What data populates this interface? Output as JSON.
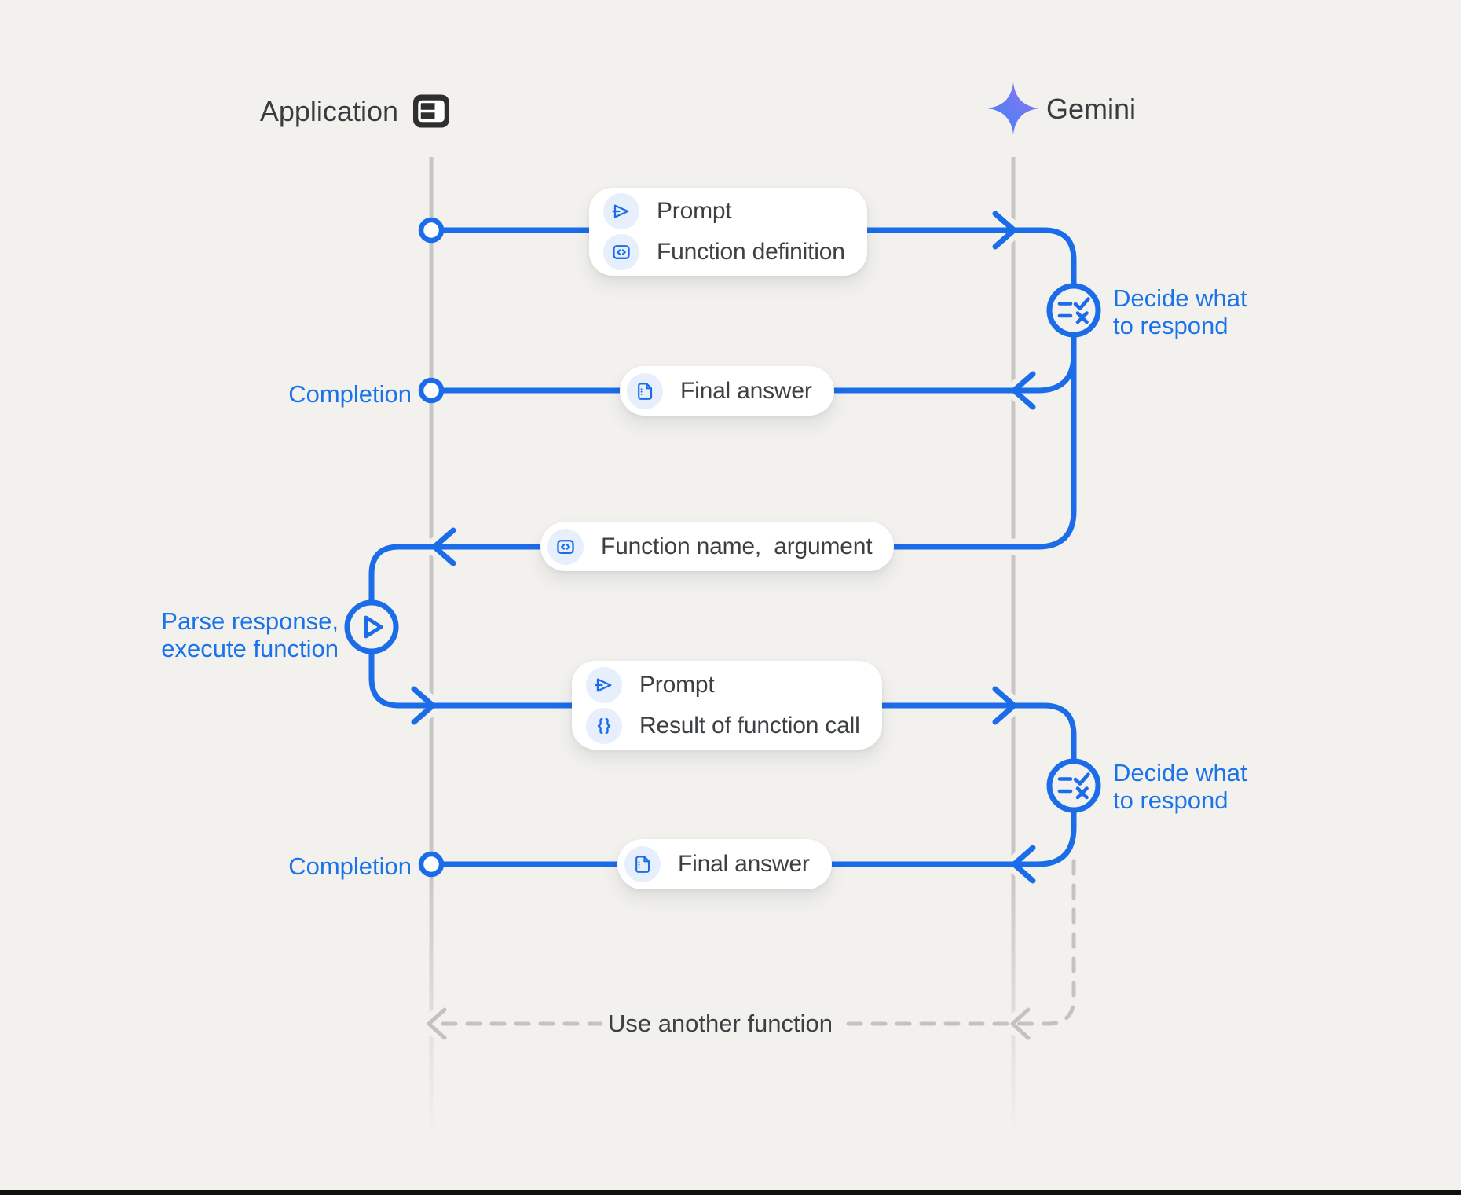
{
  "header": {
    "application": "Application",
    "gemini": "Gemini"
  },
  "annotations": {
    "completion_1": "Completion",
    "completion_2": "Completion",
    "decide_1": {
      "line1": "Decide what",
      "line2": "to respond"
    },
    "decide_2": {
      "line1": "Decide what",
      "line2": "to respond"
    },
    "parse": {
      "line1": "Parse response,",
      "line2": "execute function"
    },
    "use_another_function": "Use another function"
  },
  "boxes": {
    "prompt_function_definition": {
      "row1": "Prompt",
      "row2": "Function definition"
    },
    "final_answer_1": "Final answer",
    "function_name_argument": "Function name,  argument",
    "prompt_result": {
      "row1": "Prompt",
      "row2": "Result of function call"
    },
    "final_answer_2": "Final answer"
  },
  "icons": {
    "application": "app-window-icon",
    "gemini": "gemini-star-icon",
    "prompt": "send-icon",
    "function_definition": "code-icon",
    "final_answer": "document-icon",
    "result_of_function_call": "braces-icon",
    "decide_what_to_respond": "rule-check-icon",
    "parse_execute": "play-circle-icon"
  },
  "colors": {
    "background": "#f2f1ee",
    "line_blue": "#1b6ce8",
    "text_blue": "#1a73e8",
    "text_dark": "#3c4043",
    "lifeline_gray": "#c7c6c3",
    "dashed_gray": "#c3c2bf",
    "icon_chip_bg": "#e8effc",
    "star_gradient_start": "#3c80f6",
    "star_gradient_end": "#a06cf5",
    "box_bg": "#ffffff"
  }
}
